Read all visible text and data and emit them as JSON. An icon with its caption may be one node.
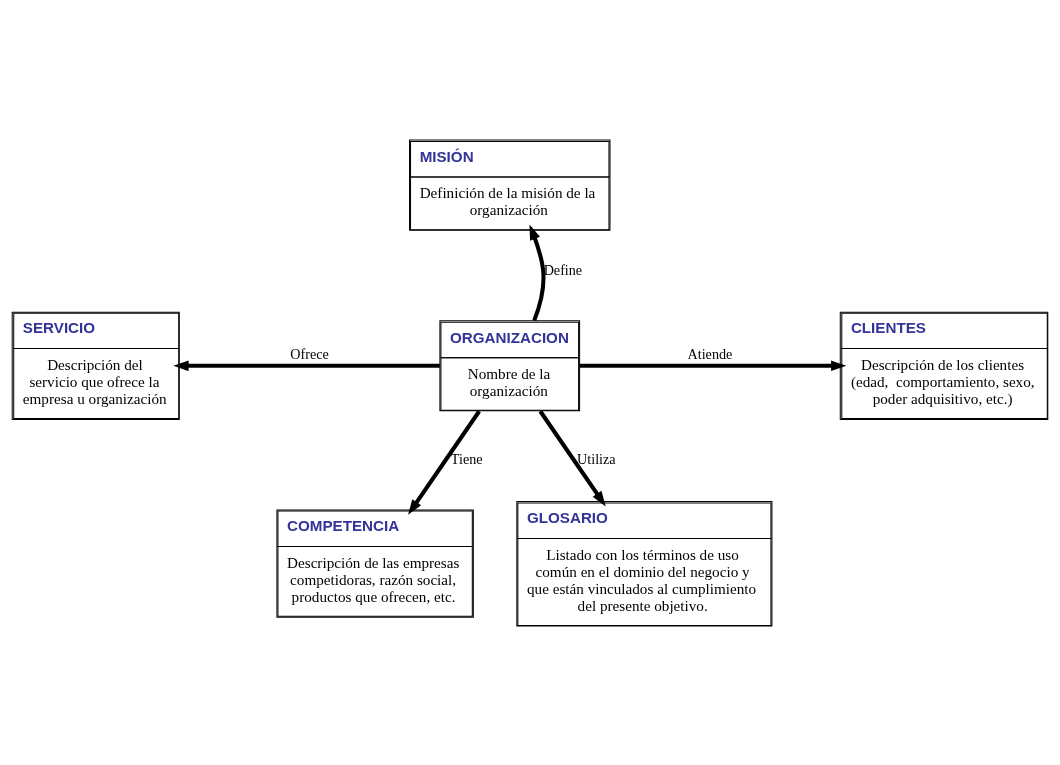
{
  "diagram": {
    "nodes": [
      {
        "text": [
          "MISIÓN",
          "Definición de la misión de la organización"
        ]
      },
      {
        "text": [
          "SERVICIO",
          "Descripción del servicio que ofrece la empresa u organización"
        ]
      },
      {
        "text": [
          "CLIENTES",
          "Descripción de los clientes (edad,  comportamiento, sexo, poder adquisitivo, etc.)"
        ]
      },
      {
        "text": [
          "ORGANIZACION",
          "Nombre de la organización"
        ]
      },
      {
        "text": [
          "COMPETENCIA",
          "Descripción de las empresas competidoras, razón social, productos que ofrecen, etc."
        ]
      },
      {
        "text": [
          "GLOSARIO",
          "Listado con los términos de uso común en el dominio del negocio y que están vinculados al cumplimiento del presente objetivo."
        ]
      }
    ],
    "edges": [
      {
        "from": 3,
        "to": 0,
        "arrow": "to",
        "label": "Define"
      },
      {
        "from": 3,
        "to": 1,
        "arrow": "to",
        "label": "Ofrece"
      },
      {
        "from": 3,
        "to": 2,
        "arrow": "to",
        "label": "Atiende"
      },
      {
        "from": 3,
        "to": 4,
        "arrow": "to",
        "label": "Tiene"
      },
      {
        "from": 3,
        "to": 5,
        "arrow": "to",
        "label": "Utiliza"
      }
    ]
  }
}
